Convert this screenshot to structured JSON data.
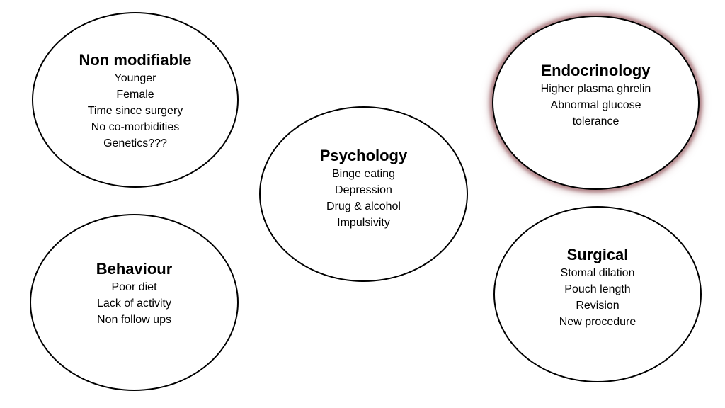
{
  "diagram": {
    "bubbles": [
      {
        "title": "Non modifiable",
        "items": [
          "Younger",
          "Female",
          "Time since surgery",
          "No co-morbidities",
          "Genetics???"
        ]
      },
      {
        "title": "Psychology",
        "items": [
          "Binge eating",
          "Depression",
          "Drug & alcohol",
          "Impulsivity"
        ]
      },
      {
        "title": "Endocrinology",
        "items": [
          "Higher plasma ghrelin",
          "Abnormal glucose",
          "tolerance"
        ]
      },
      {
        "title": "Behaviour",
        "items": [
          "Poor diet",
          "Lack of activity",
          "Non follow ups"
        ]
      },
      {
        "title": "Surgical",
        "items": [
          "Stomal dilation",
          "Pouch length",
          "Revision",
          "New procedure"
        ]
      }
    ],
    "colors": {
      "outline": "#000000",
      "highlight_glow": "#8c4b50",
      "background": "#ffffff"
    }
  }
}
